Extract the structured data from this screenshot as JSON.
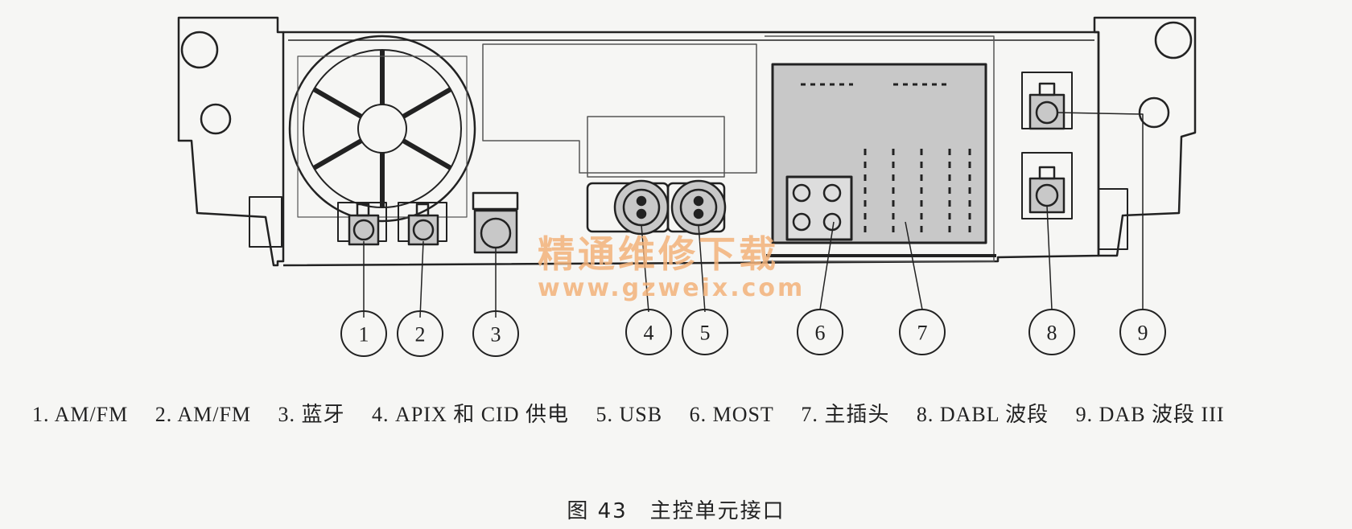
{
  "figure": {
    "callouts": [
      "1",
      "2",
      "3",
      "4",
      "5",
      "6",
      "7",
      "8",
      "9"
    ],
    "watermark": {
      "chinese": "精通维修下载",
      "url": "www.gzweix.com"
    },
    "legend": [
      "1. AM/FM",
      "2. AM/FM",
      "3. 蓝牙",
      "4. APIX 和 CID 供电",
      "5. USB",
      "6. MOST",
      "7. 主插头",
      "8. DABL 波段",
      "9. DAB 波段 III"
    ],
    "caption": "图 43　主控单元接口"
  },
  "colors": {
    "line": "#222222",
    "background": "#f6f6f4",
    "connector_fill": "#c8c8c8",
    "watermark": "#f3b27a"
  }
}
